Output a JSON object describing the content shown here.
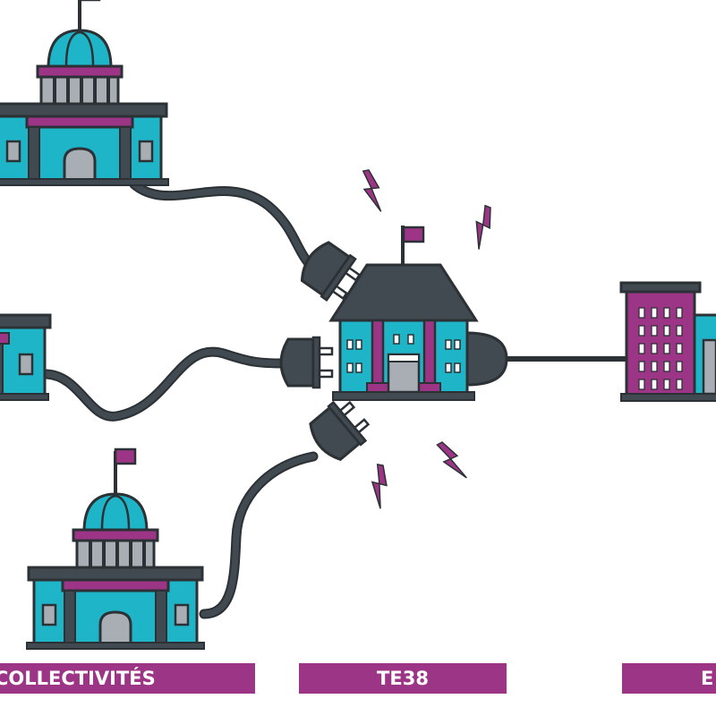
{
  "colors": {
    "teal": "#1fb5c8",
    "purple": "#9c3585",
    "dark": "#414a50",
    "grey": "#a8aeb3",
    "outline": "#2b3135",
    "white": "#ffffff"
  },
  "labels": {
    "collectivites": "COLLECTIVITÉS",
    "te38": "TE38",
    "right": "E"
  },
  "icons": {
    "town_hall": "town-hall-icon",
    "central_building": "te38-building-icon",
    "office": "office-building-icon",
    "plug": "plug-icon",
    "lightning": "lightning-bolt-icon"
  }
}
